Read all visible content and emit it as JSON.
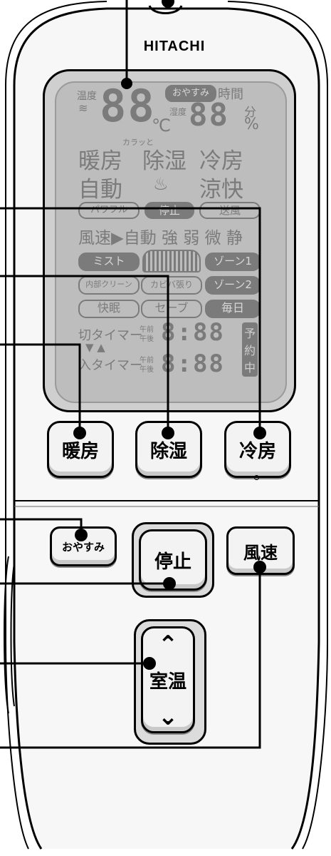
{
  "brand": "HITACHI",
  "display": {
    "temp_label": "温度",
    "temp_digits": "88",
    "temp_unit": "℃",
    "oyasumi_label": "おやすみ",
    "time_label": "時間",
    "humidity_label": "湿度",
    "humidity_digits": "88",
    "minute_label": "分",
    "percent_label": "%",
    "mode_heat": "暖房",
    "mode_karatto": "カラッと",
    "mode_dehumid": "除湿",
    "mode_cool": "冷房",
    "mode_auto": "自動",
    "mode_comfort": "涼快",
    "power_full": "パワフル",
    "stop": "停止",
    "fan_mode": "送風",
    "fan_speed_row": "風速▶自動 強 弱 微 静",
    "mist": "ミスト",
    "zone1": "ゾーン1",
    "internal_clean": "内部クリーン",
    "mold_guard": "カビバ張り",
    "zone2": "ゾーン2",
    "sleep": "快眠",
    "save": "セーブ",
    "daily": "毎日",
    "off_timer": "切タイマー",
    "on_timer": "入タイマー",
    "am": "午前",
    "pm": "午後",
    "time_digits": "8:88",
    "reserve_1": "予",
    "reserve_2": "約",
    "reserve_3": "中"
  },
  "buttons": {
    "heat": "暖房",
    "dehumid": "除湿",
    "cool": "冷房",
    "oyasumi": "おやすみ",
    "stop": "停止",
    "fan_speed": "風速",
    "room_temp": "室温"
  },
  "colors": {
    "lcd_bg": "#bdbdbd",
    "lcd_segment": "#7b7b7b",
    "body_outline": "#000000",
    "button_face": "#f3f3f3"
  }
}
